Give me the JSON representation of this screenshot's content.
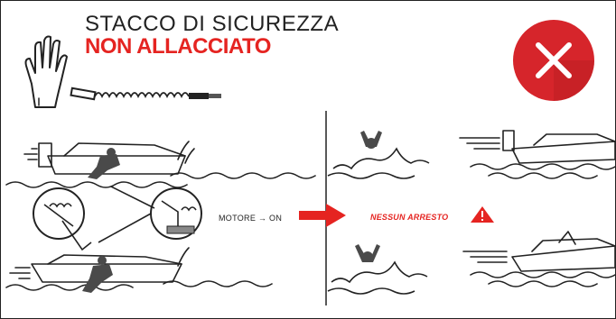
{
  "header": {
    "title_line1": "STACCO DI SICUREZZA",
    "title_line2": "NON ALLACCIATO"
  },
  "diagram": {
    "motor_state_label": "MOTORE → ON",
    "result_label": "NESSUN ARRESTO"
  },
  "colors": {
    "accent_red": "#e52421",
    "badge_red": "#d6252b",
    "ink": "#222222",
    "rider": "#4a4a4a"
  },
  "icons": {
    "status_icon": "close-icon",
    "warning_icon": "warning-triangle-icon",
    "hand_icon": "raised-hand-icon",
    "lanyard_icon": "coiled-lanyard-icon"
  }
}
